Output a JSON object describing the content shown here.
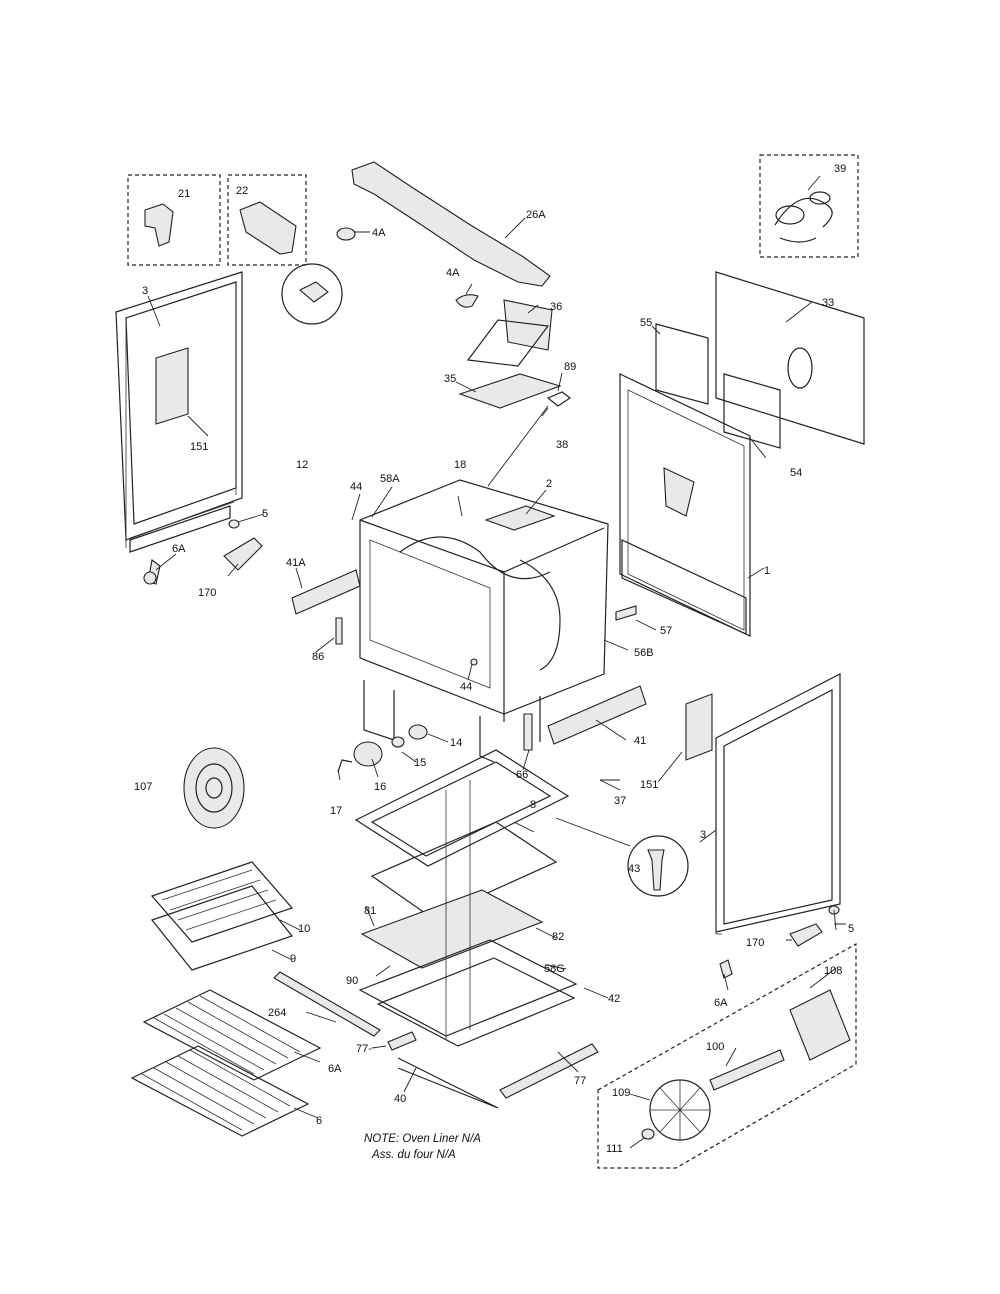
{
  "diagram": {
    "labels": {
      "p21": "21",
      "p22": "22",
      "p26A": "26A",
      "p4A_top": "4A",
      "p4A_mid": "4A",
      "p39": "39",
      "p3_left": "3",
      "p151_left": "151",
      "p36": "36",
      "p33": "33",
      "p55": "55",
      "p35": "35",
      "p89": "89",
      "p38": "38",
      "p54": "54",
      "p12": "12",
      "p44_top": "44",
      "p58A": "58A",
      "p18": "18",
      "p2": "2",
      "p5_left": "5",
      "p6A_left": "6A",
      "p170_left": "170",
      "p41A": "41A",
      "p1": "1",
      "p57": "57",
      "p56B": "56B",
      "p86": "86",
      "p44_mid": "44",
      "p41": "41",
      "p14": "14",
      "p15": "15",
      "p107": "107",
      "p16": "16",
      "p17": "17",
      "p66": "66",
      "p151_right": "151",
      "p37": "37",
      "p8": "8",
      "p3_right": "3",
      "p43": "43",
      "p81": "81",
      "p82": "82",
      "p10": "10",
      "p9": "9",
      "p58G": "58G",
      "p5_right": "5",
      "p170_right": "170",
      "p108_top": "108",
      "p90": "90",
      "p42": "42",
      "p264": "264",
      "p6A_right": "6A",
      "p100": "100",
      "p77_left": "77-",
      "p6A_rack": "6A",
      "p77_right": "77",
      "p40": "40",
      "p109": "109",
      "p6": "6",
      "p111": "111"
    },
    "note_line1": "NOTE: Oven Liner N/A",
    "note_line2": "Ass. du four N/A"
  }
}
